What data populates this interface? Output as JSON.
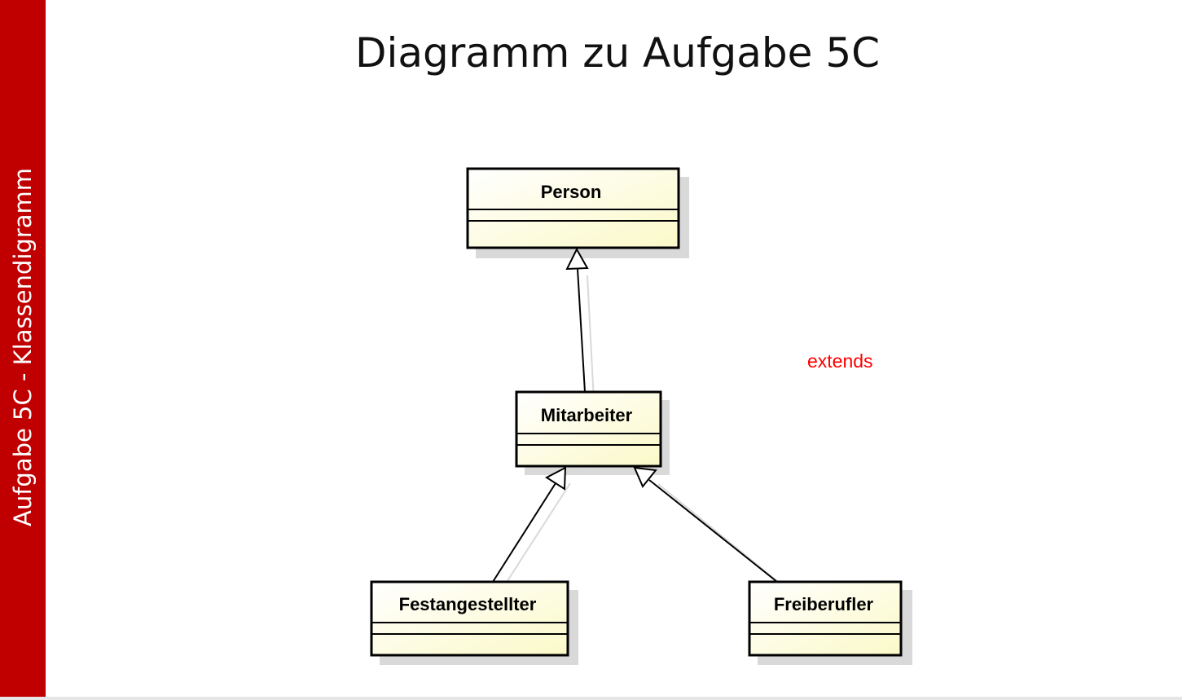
{
  "slide": {
    "sidebar_label": "Aufgabe 5C - Klassendigramm",
    "title": "Diagramm zu Aufgabe 5C"
  },
  "diagram": {
    "classes": {
      "person": "Person",
      "mitarbeiter": "Mitarbeiter",
      "festangestellter": "Festangestellter",
      "freiberufler": "Freiberufler"
    },
    "relations": [
      {
        "from": "Mitarbeiter",
        "to": "Person",
        "type": "generalization"
      },
      {
        "from": "Festangestellter",
        "to": "Mitarbeiter",
        "type": "generalization"
      },
      {
        "from": "Freiberufler",
        "to": "Mitarbeiter",
        "type": "generalization"
      }
    ],
    "annotation": "extends"
  },
  "colors": {
    "sidebar": "#c00000",
    "annotation": "#ff0000",
    "class_fill_start": "#ffffff",
    "class_fill_end": "#fbf9c8"
  }
}
